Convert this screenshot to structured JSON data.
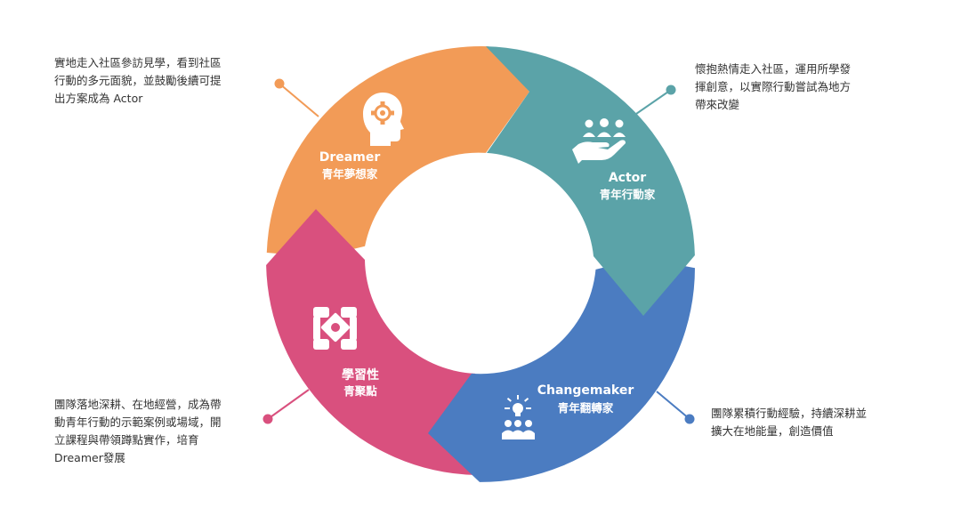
{
  "colors": {
    "dreamer": "#F29B57",
    "actor": "#5BA3A8",
    "changemaker": "#4B7CC1",
    "learning": "#D9507E",
    "text": "#333333",
    "background": "#FFFFFF"
  },
  "segments": {
    "dreamer": {
      "title": "Dreamer",
      "subtitle": "青年夢想家",
      "icon": "head-gear-icon"
    },
    "actor": {
      "title": "Actor",
      "subtitle": "青年行動家",
      "icon": "hand-people-icon"
    },
    "changemaker": {
      "title": "Changemaker",
      "subtitle": "青年翻轉家",
      "icon": "lightbulb-group-icon"
    },
    "learning": {
      "title": "學習性",
      "subtitle": "青聚點",
      "icon": "joined-hands-icon"
    }
  },
  "descriptions": {
    "dreamer": {
      "line1": "實地走入社區參訪見學，看到社區",
      "line2": "行動的多元面貌，並鼓勵後續可提",
      "line3": "出方案成為 Actor"
    },
    "actor": {
      "line1": "懷抱熱情走入社區，運用所學發",
      "line2": "揮創意，以實際行動嘗試為地方",
      "line3": "帶來改變"
    },
    "changemaker": {
      "line1": "團隊累積行動經驗，持續深耕並",
      "line2": "擴大在地能量，創造價值"
    },
    "learning": {
      "line1": "團隊落地深耕、在地經營，成為帶",
      "line2": "動青年行動的示範案例或場域，開",
      "line3": "立課程與帶領蹲點實作，培育",
      "line4": "Dreamer發展"
    }
  }
}
